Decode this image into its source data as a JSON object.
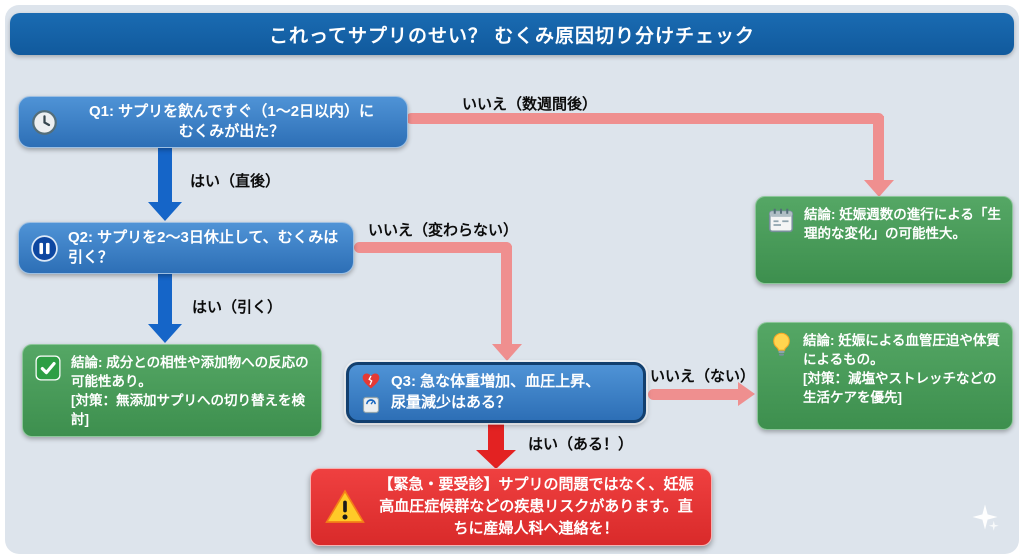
{
  "colors": {
    "canvas_bg": "#dde4ec",
    "header_bg": "#115a9d",
    "question_bg": "#2d6fb6",
    "conclusion_bg": "#3d8f4e",
    "alert_bg": "#d92a2a",
    "arrow_yes_blue": "#1565c8",
    "arrow_no_pink": "#ef8f8f",
    "arrow_alert_red": "#e32222"
  },
  "header": {
    "title": "これってサプリのせい？ むくみ原因切り分けチェック"
  },
  "questions": {
    "q1": {
      "icon": "clock-icon",
      "label": "Q1: サプリを飲んですぐ（1〜2日以内）に\nむくみが出た？"
    },
    "q2": {
      "icon": "pause-icon",
      "label": "Q2: サプリを2〜3日休止して、むくみは引く？"
    },
    "q3": {
      "icons": [
        "broken-heart-icon",
        "scale-icon"
      ],
      "label": "Q3: 急な体重増加、血圧上昇、\n尿量減少はある？"
    }
  },
  "conclusions": {
    "physiological": {
      "icon": "calendar-icon",
      "text": "結論: 妊娠週数の進行による「生理的な変化」の可能性大。"
    },
    "additive": {
      "icon": "check-icon",
      "text": "結論: 成分との相性や添加物への反応の可能性あり。\n[対策：無添加サプリへの切り替えを検討]"
    },
    "lifestyle": {
      "icon": "lightbulb-icon",
      "text": "結論: 妊娠による血管圧迫や体質によるもの。\n[対策：減塩やストレッチなどの生活ケアを優先]"
    }
  },
  "alert": {
    "icon": "warning-icon",
    "text": "【緊急・要受診】サプリの問題ではなく、妊娠高血圧症候群などの疾患リスクがあります。直ちに産婦人科へ連絡を！"
  },
  "edge_labels": {
    "q1_no": "いいえ（数週間後）",
    "q1_yes": "はい（直後）",
    "q2_no": "いいえ（変わらない）",
    "q2_yes": "はい（引く）",
    "q3_no": "いいえ（ない）",
    "q3_yes": "はい（ある！）"
  }
}
